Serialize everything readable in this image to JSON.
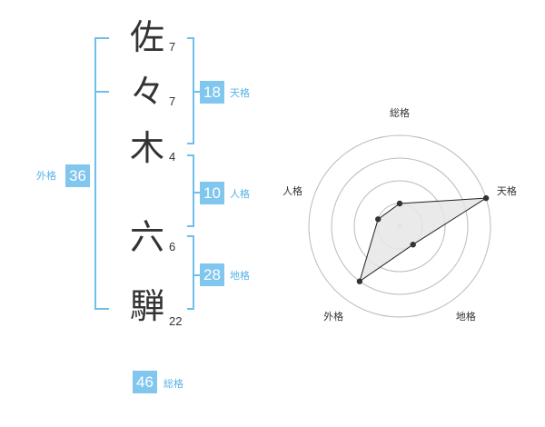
{
  "name": {
    "characters": [
      {
        "char": "佐",
        "strokes": "7"
      },
      {
        "char": "々",
        "strokes": "7"
      },
      {
        "char": "木",
        "strokes": "4"
      },
      {
        "char": "六",
        "strokes": "6"
      },
      {
        "char": "騨",
        "strokes": "22"
      }
    ]
  },
  "fortune": {
    "tenkaku": {
      "value": "18",
      "label": "天格"
    },
    "jinkaku": {
      "value": "10",
      "label": "人格"
    },
    "chikaku": {
      "value": "28",
      "label": "地格"
    },
    "gaikaku": {
      "value": "36",
      "label": "外格"
    },
    "soukaku": {
      "value": "46",
      "label": "総格"
    }
  },
  "radar": {
    "axes": [
      "総格",
      "天格",
      "地格",
      "外格",
      "人格"
    ],
    "rings": 4,
    "values": [
      0.25,
      1.0,
      0.25,
      0.75,
      0.25
    ],
    "colors": {
      "fill": "#e6e6e6",
      "stroke": "#222222",
      "ring": "#bbbbbb",
      "dot": "#333333"
    }
  },
  "colors": {
    "accent": "#81c6ee",
    "bracket": "#6fbfea"
  }
}
